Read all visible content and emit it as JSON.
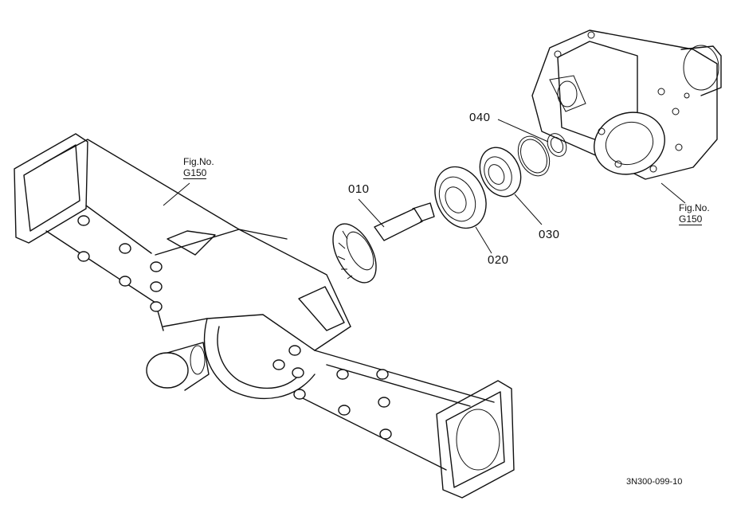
{
  "parts": [
    {
      "id": "p010",
      "number": "010"
    },
    {
      "id": "p020",
      "number": "020"
    },
    {
      "id": "p030",
      "number": "030"
    },
    {
      "id": "p040",
      "number": "040"
    }
  ],
  "references": [
    {
      "id": "left",
      "line1": "Fig.No.",
      "line2": "G150"
    },
    {
      "id": "right",
      "line1": "Fig.No.",
      "line2": "G150"
    }
  ],
  "drawing_code": "3N300-099-10"
}
